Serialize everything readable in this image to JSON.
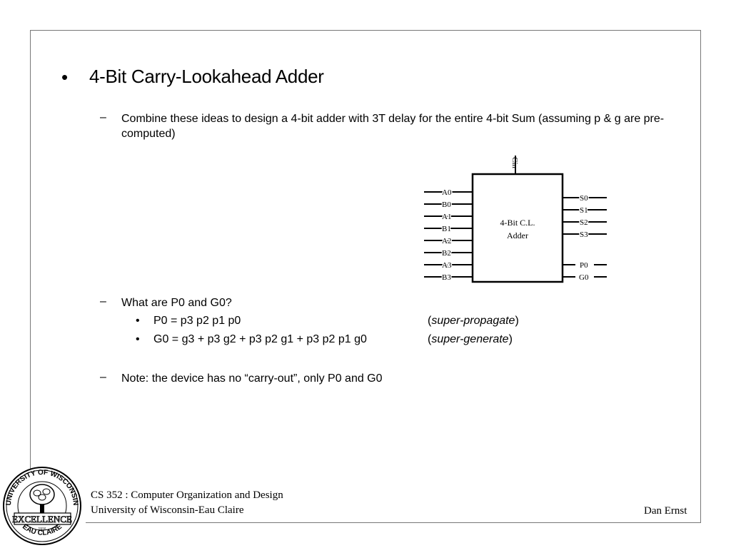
{
  "slide": {
    "title": "4-Bit Carry-Lookahead Adder",
    "title_bullet": "•",
    "dash": "–",
    "sub_bullet": "•",
    "para1": "Combine these ideas to design a 4-bit adder with 3T delay for the entire 4-bit Sum (assuming p & g are pre-computed)",
    "question": "What are P0 and G0?",
    "items": [
      {
        "formula": "P0 = p3 p2 p1 p0",
        "note_open": "(",
        "note": "super-propagate",
        "note_close": ")"
      },
      {
        "formula": "G0 = g3 + p3 g2 + p3 p2 g1 + p3 p2 p1 g0",
        "note_open": "(",
        "note": "super-generate",
        "note_close": ")"
      }
    ],
    "note_line": "Note: the device has no “carry-out”, only P0 and G0"
  },
  "diagram": {
    "block_label_1": "4-Bit C.L.",
    "block_label_2": "Adder",
    "carry_in": "Cin",
    "inputs": [
      "A0",
      "B0",
      "A1",
      "B1",
      "A2",
      "B2",
      "A3",
      "B3"
    ],
    "sum_outputs": [
      "S0",
      "S1",
      "S2",
      "S3"
    ],
    "pg_outputs": [
      "P0",
      "G0"
    ]
  },
  "footer": {
    "course": "CS 352 : Computer Organization and Design",
    "school": "University of Wisconsin-Eau Claire",
    "author": "Dan Ernst"
  },
  "seal": {
    "ring_top": "UNIVERSITY OF WISCONSIN",
    "center": "EXCELLENCE",
    "ring_bottom": "EAU CLAIRE",
    "year": "1916"
  }
}
